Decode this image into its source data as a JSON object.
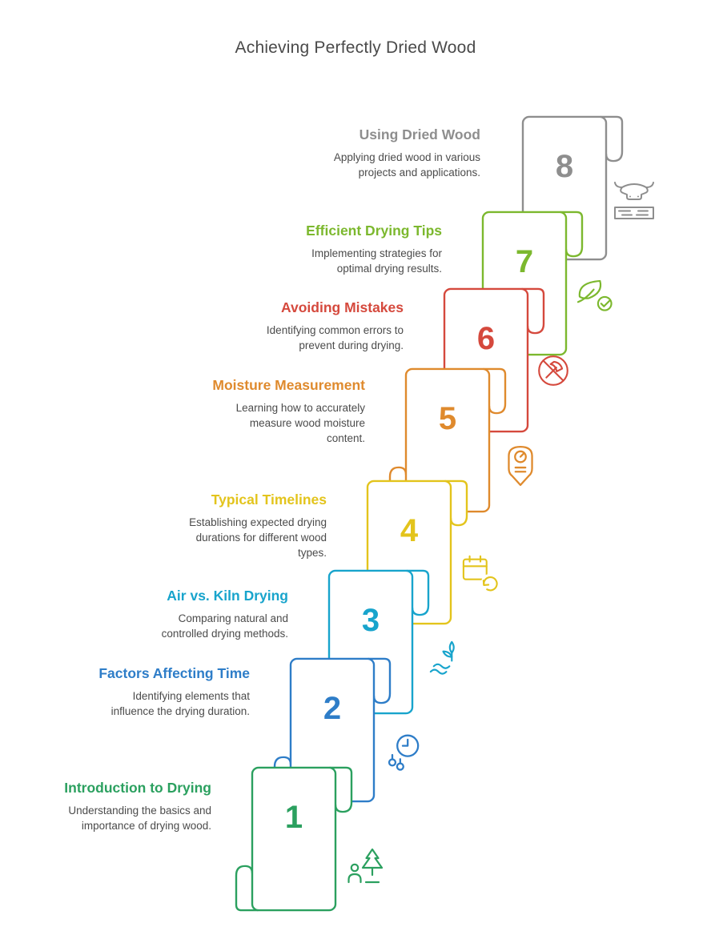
{
  "page": {
    "title": "Achieving Perfectly Dried Wood"
  },
  "steps": [
    {
      "number": "1",
      "title": "Introduction to Drying",
      "description": "Understanding the basics and importance of drying wood.",
      "color": "#2BA05F",
      "icon": "person-tree-icon"
    },
    {
      "number": "2",
      "title": "Factors Affecting Time",
      "description": "Identifying elements that influence the drying duration.",
      "color": "#2E7DC8",
      "icon": "clock-icon"
    },
    {
      "number": "3",
      "title": "Air vs. Kiln Drying",
      "description": "Comparing natural and controlled drying methods.",
      "color": "#18A4CC",
      "icon": "sprout-icon"
    },
    {
      "number": "4",
      "title": "Typical Timelines",
      "description": "Establishing expected drying durations for different wood types.",
      "color": "#E3C41C",
      "icon": "calendar-refresh-icon"
    },
    {
      "number": "5",
      "title": "Moisture Measurement",
      "description": "Learning how to accurately measure wood moisture content.",
      "color": "#DF8A2D",
      "icon": "moisture-meter-icon"
    },
    {
      "number": "6",
      "title": "Avoiding Mistakes",
      "description": "Identifying common errors to prevent during drying.",
      "color": "#D5493D",
      "icon": "no-axe-icon"
    },
    {
      "number": "7",
      "title": "Efficient Drying Tips",
      "description": "Implementing strategies for optimal drying results.",
      "color": "#7CB82E",
      "icon": "leaf-check-icon"
    },
    {
      "number": "8",
      "title": "Using Dried Wood",
      "description": "Applying dried wood in various projects and applications.",
      "color": "#8E8E8E",
      "icon": "cow-plank-icon"
    }
  ]
}
